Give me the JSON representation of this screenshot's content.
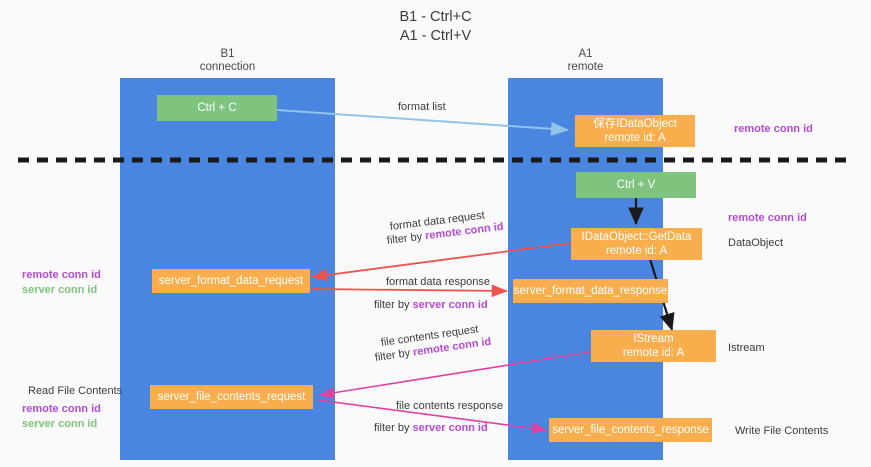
{
  "title": "B1 - Ctrl+C\nA1 - Ctrl+V",
  "lanes": [
    {
      "name": "b1",
      "header": "B1\nconnection"
    },
    {
      "name": "a1",
      "header": "A1\nremote"
    }
  ],
  "nodes": [
    {
      "id": "ctrl-c",
      "line1": "Ctrl + C",
      "line2": ""
    },
    {
      "id": "save-idataobject",
      "line1": "保存IDataObject",
      "line2": "remote id: A"
    },
    {
      "id": "ctrl-v",
      "line1": "Ctrl + V",
      "line2": ""
    },
    {
      "id": "idataobject-getdata",
      "line1": "IDataObject::GetData",
      "line2": "remote id: A"
    },
    {
      "id": "server-format-data-request",
      "line1": "server_format_data_request",
      "line2": ""
    },
    {
      "id": "server-format-data-response",
      "line1": "server_format_data_response",
      "line2": ""
    },
    {
      "id": "istream",
      "line1": "IStream",
      "line2": "remote id: A"
    },
    {
      "id": "server-file-contents-request",
      "line1": "server_file_contents_request",
      "line2": ""
    },
    {
      "id": "server-file-contents-response",
      "line1": "server_file_contents_response",
      "line2": ""
    }
  ],
  "edge_labels": {
    "format_list": "format list",
    "format_data_request": "format data request",
    "format_data_request_filter_prefix": "filter by ",
    "format_data_request_filter_key": "remote conn id",
    "format_data_response": "format data response",
    "format_data_response_filter_prefix": "filter by ",
    "format_data_response_filter_key": "server conn id",
    "file_contents_request": "file contents request",
    "file_contents_request_filter_prefix": "filter by ",
    "file_contents_request_filter_key": "remote conn id",
    "file_contents_response": "file contents response",
    "file_contents_response_filter_prefix": "filter by ",
    "file_contents_response_filter_key": "server conn id"
  },
  "right_labels": {
    "remote_conn_id_top": "remote conn id",
    "remote_conn_id_mid": "remote conn id",
    "dataobject": "DataObject",
    "istream": "Istream",
    "write_file_contents": "Write File Contents"
  },
  "left_labels": {
    "remote_conn_id": "remote conn id",
    "server_conn_id": "server conn id",
    "read_file_contents": "Read File Contents",
    "remote_conn_id_2": "remote conn id",
    "server_conn_id_2": "server conn id"
  },
  "colors": {
    "lane": "#4a86e0",
    "green_node": "#7ec47e",
    "orange_node": "#f9ae4d",
    "magenta": "#b44bd4",
    "red_arrow": "#ef5350",
    "blue_arrow": "#93c3e8",
    "pink_arrow": "#e040a0",
    "black": "#1a1a1a",
    "background": "#fafafa"
  }
}
